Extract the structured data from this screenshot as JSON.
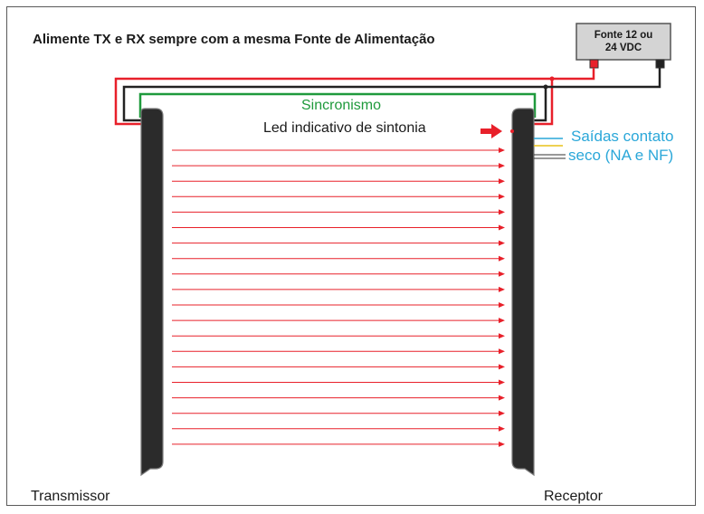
{
  "title": "Alimente TX e RX sempre com a mesma Fonte de Alimentação",
  "power_supply": {
    "line1": "Fonte 12 ou",
    "line2": "24 VDC"
  },
  "sync_label": "Sincronismo",
  "led_label": "Led indicativo de sintonia",
  "outputs_label": {
    "line1": "Saídas contato",
    "line2": "seco (NA e NF)"
  },
  "transmitter_label": "Transmissor",
  "receiver_label": "Receptor",
  "beam_count": 20,
  "colors": {
    "positive_wire": "#e8202a",
    "negative_wire": "#222222",
    "sync_wire": "#1f9a3c",
    "outputs": "#2aa7d9",
    "beams": "#e8202a"
  }
}
